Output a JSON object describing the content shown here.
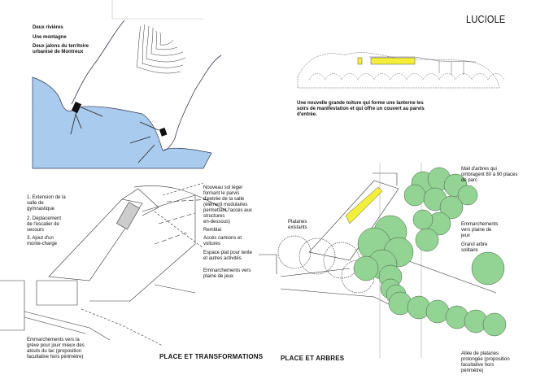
{
  "title": "LUCIOLE",
  "site_map": {
    "labels": [
      "Deux rivières",
      "Une montagne",
      "Deux jalons du territoire\nurbanisé de Montreux"
    ]
  },
  "elevation": {
    "caption": "Une nouvelle grande toiture qui forme une lanterne les\nsoirs de manifestation et qui offre un couvert au parvis\nd'entrée."
  },
  "transformations": {
    "heading": "PLACE ET TRANSFORMATIONS",
    "left_labels": [
      "1. Extension de la\nsalle de\ngymnastique",
      "2. Déplacement\nde l'escalier de\nsecours",
      "3. Ajout d'un\nmonte-charge"
    ],
    "right_labels": [
      "Nouveau sol léger\nformant le parvis\nd'entrée de la salle\n(élément modulaires\npermettant l'accès aux\nstructures\nen-dessous)",
      "Remblai",
      "Accès camions et\nvoitures",
      "Espace plat pour tente\net autres activités",
      "Emmarchements vers\nplaine de jeux"
    ],
    "bottom_label": "Emmarchements vers la\ngrève pour jouir mieux des\natouts du lac (proposition\nfacultative hors périmètre)"
  },
  "trees": {
    "heading": "PLACE ET ARBRES",
    "labels": [
      "Platanes\nexistants",
      "Mail d'arbres qui\nombragent 80 à 90 places\nde parc",
      "Emmarchements\nvers plaine de\njeux",
      "Grand arbre\nsolitaire",
      "Allée de platanes\nprolongée (proposition\nfacultative hors\npérimètre)"
    ]
  },
  "colors": {
    "water": "#a9cbee",
    "tree": "#93d494",
    "highlight": "#f2ee3a"
  }
}
